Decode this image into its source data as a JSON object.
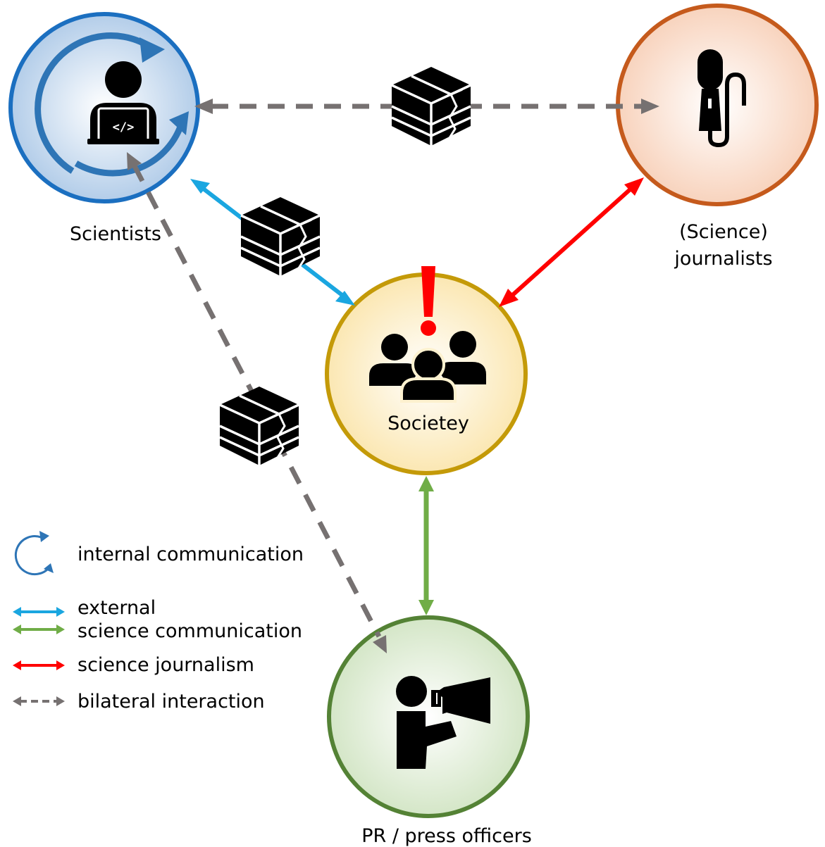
{
  "nodes": {
    "scientists": {
      "label": "Scientists",
      "icon": "person-laptop-icon",
      "color": "#1b6fc0"
    },
    "journalists": {
      "label_line1": "(Science)",
      "label_line2": "journalists",
      "icon": "microphone-icon",
      "color": "#c55a1c"
    },
    "society": {
      "label": "Societey",
      "icon": "group-icon",
      "alert_icon": "exclamation-icon",
      "color": "#c49a08"
    },
    "pr": {
      "label": "PR / press officers",
      "icon": "megaphone-person-icon",
      "color": "#548235"
    }
  },
  "legend": {
    "internal": "internal communication",
    "external": "external",
    "scicomm": "science communication",
    "journalism": "science journalism",
    "bilateral": "bilateral interaction"
  },
  "colors": {
    "internal": "#2e75b6",
    "external": "#1aa6e0",
    "scicomm": "#70ad47",
    "journalism": "#ff0000",
    "bilateral": "#767171",
    "alert": "#ff0000"
  }
}
